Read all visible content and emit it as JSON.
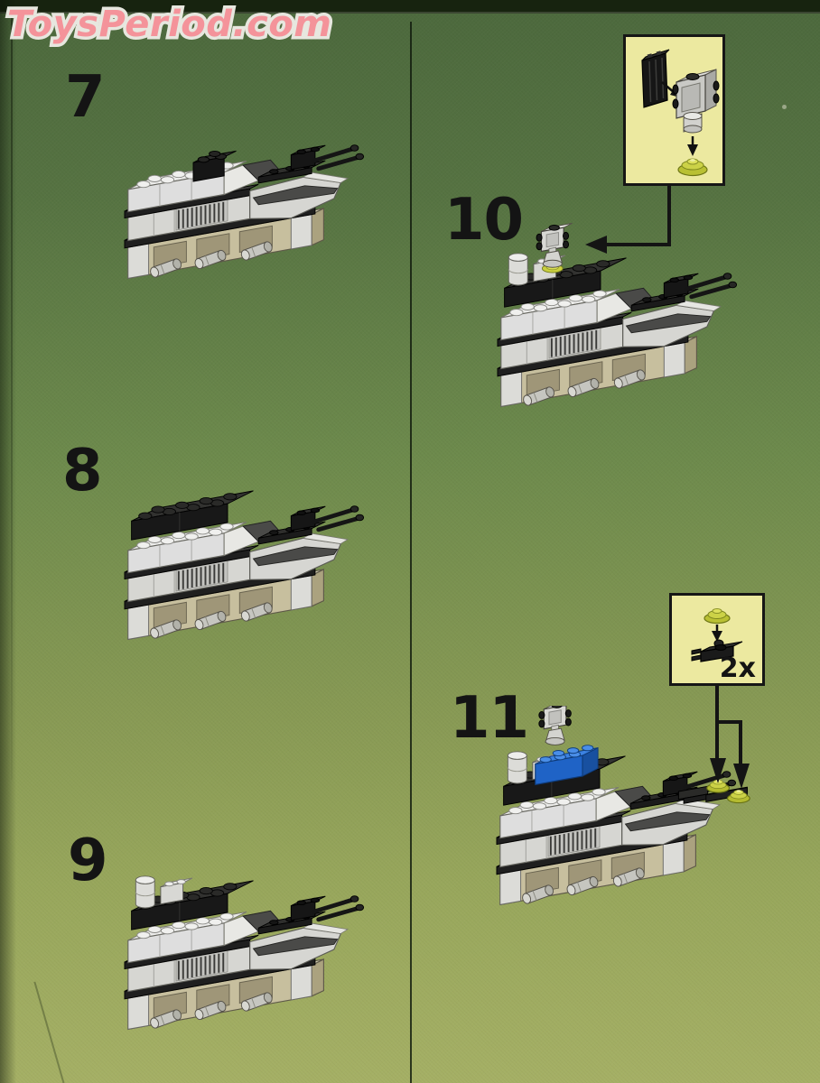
{
  "page": {
    "watermark": "ToysPeriod.com",
    "background_top": "#4c693d",
    "background_bottom": "#a5b065",
    "top_edge_color": "#17230f",
    "divider_color": "#141f10",
    "watermark_pink": "#f4939a",
    "watermark_outline": "#e7e7df"
  },
  "steps": [
    {
      "label": "7"
    },
    {
      "label": "8"
    },
    {
      "label": "9"
    },
    {
      "label": "10"
    },
    {
      "label": "11"
    }
  ],
  "callouts": {
    "step10_box": {
      "parts": [
        "grille-panel-1x2-black",
        "engine-brick-1x2-side-studs-gray",
        "cylinder-1x1-white",
        "round-dish-2x2-lime"
      ]
    },
    "step11_box": {
      "quantity_label": "2x",
      "parts": [
        "round-plate-1x1-lime",
        "clip-plate-1x2-black"
      ]
    }
  },
  "colors": {
    "callout_bg": "#ece9a0",
    "callout_border": "#161616",
    "lego_white": "#dcdcd8",
    "lego_light_gray": "#c9c9c5",
    "lego_dark_gray": "#4a4a48",
    "lego_black": "#1a1a1a",
    "lego_tan": "#c7bf9e",
    "lego_blue": "#1f63c6",
    "lego_lime": "#c3c93d",
    "step_number_color": "#141414"
  }
}
